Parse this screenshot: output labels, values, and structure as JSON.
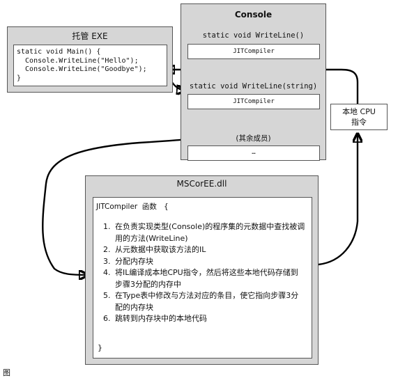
{
  "hosted_exe": {
    "title": "托管 EXE",
    "code": "static void Main() {\n  Console.WriteLine(\"Hello\");\n  Console.WriteLine(\"Goodbye\");\n}"
  },
  "console": {
    "title": "Console",
    "methods": [
      {
        "signature": "static void WriteLine()",
        "slot": "JITCompiler"
      },
      {
        "signature": "static void WriteLine(string)",
        "slot": "JITCompiler"
      },
      {
        "signature": "(其余成员)",
        "slot": "…"
      }
    ]
  },
  "native_cpu": {
    "line1": "本地 CPU",
    "line2": "指令"
  },
  "mscoree": {
    "title": "MSCorEE.dll",
    "function_header": "JITCompiler  函数   {",
    "steps": [
      {
        "num": "1.",
        "text": "在负责实现类型(Console)的程序集的元数据中查找被调用的方法(WriteLine)"
      },
      {
        "num": "2.",
        "text": "从元数据中获取该方法的IL"
      },
      {
        "num": "3.",
        "text": "分配内存块"
      },
      {
        "num": "4.",
        "text": "将IL编译成本地CPU指令，然后将这些本地代码存储到步骤3分配的内存中"
      },
      {
        "num": "5.",
        "text": "在Type表中修改与方法对应的条目，使它指向步骤3分配的内存块"
      },
      {
        "num": "6.",
        "text": "跳转到内存块中的本地代码"
      }
    ],
    "closing": "}"
  },
  "caption": "图"
}
